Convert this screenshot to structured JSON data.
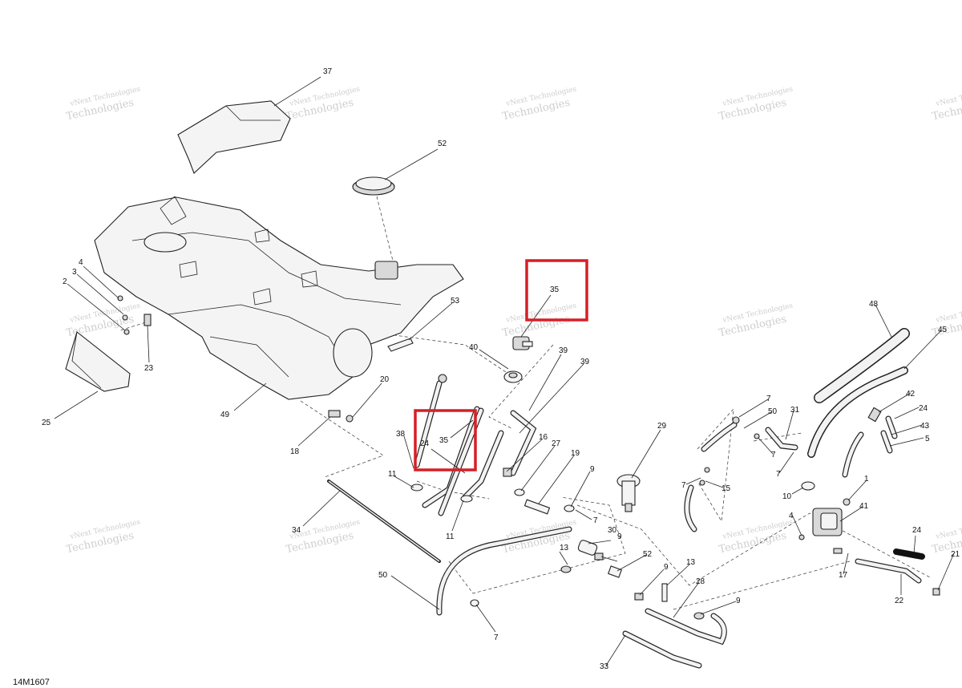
{
  "diagram_ref": "14M1607",
  "watermark": {
    "line1": "vNext Technologies",
    "line2": "Technologies"
  },
  "callouts": [
    {
      "id": "c37",
      "label": "37"
    },
    {
      "id": "c52a",
      "label": "52"
    },
    {
      "id": "c35a",
      "label": "35"
    },
    {
      "id": "c4a",
      "label": "4"
    },
    {
      "id": "c3",
      "label": "3"
    },
    {
      "id": "c2",
      "label": "2"
    },
    {
      "id": "c23",
      "label": "23"
    },
    {
      "id": "c25",
      "label": "25"
    },
    {
      "id": "c49",
      "label": "49"
    },
    {
      "id": "c53",
      "label": "53"
    },
    {
      "id": "c40",
      "label": "40"
    },
    {
      "id": "c39a",
      "label": "39"
    },
    {
      "id": "c39b",
      "label": "39"
    },
    {
      "id": "c20",
      "label": "20"
    },
    {
      "id": "c18",
      "label": "18"
    },
    {
      "id": "c38",
      "label": "38"
    },
    {
      "id": "c24a",
      "label": "24"
    },
    {
      "id": "c35b",
      "label": "35"
    },
    {
      "id": "c11a",
      "label": "11"
    },
    {
      "id": "c11b",
      "label": "11"
    },
    {
      "id": "c16",
      "label": "16"
    },
    {
      "id": "c27",
      "label": "27"
    },
    {
      "id": "c19",
      "label": "19"
    },
    {
      "id": "c9a",
      "label": "9"
    },
    {
      "id": "c7a",
      "label": "7"
    },
    {
      "id": "c29",
      "label": "29"
    },
    {
      "id": "c34",
      "label": "34"
    },
    {
      "id": "c13a",
      "label": "13"
    },
    {
      "id": "c30",
      "label": "30"
    },
    {
      "id": "c9b",
      "label": "9"
    },
    {
      "id": "c50a",
      "label": "50"
    },
    {
      "id": "c7b",
      "label": "7"
    },
    {
      "id": "c52b",
      "label": "52"
    },
    {
      "id": "c9c",
      "label": "9"
    },
    {
      "id": "c13b",
      "label": "13"
    },
    {
      "id": "c28",
      "label": "28"
    },
    {
      "id": "c9d",
      "label": "9"
    },
    {
      "id": "c33",
      "label": "33"
    },
    {
      "id": "c7c",
      "label": "7"
    },
    {
      "id": "c50b",
      "label": "50"
    },
    {
      "id": "c31",
      "label": "31"
    },
    {
      "id": "c7d",
      "label": "7"
    },
    {
      "id": "c7e",
      "label": "7"
    },
    {
      "id": "c7f",
      "label": "7"
    },
    {
      "id": "c15",
      "label": "15"
    },
    {
      "id": "c48",
      "label": "48"
    },
    {
      "id": "c45",
      "label": "45"
    },
    {
      "id": "c42",
      "label": "42"
    },
    {
      "id": "c24b",
      "label": "24"
    },
    {
      "id": "c43",
      "label": "43"
    },
    {
      "id": "c5",
      "label": "5"
    },
    {
      "id": "c10",
      "label": "10"
    },
    {
      "id": "c1",
      "label": "1"
    },
    {
      "id": "c41",
      "label": "41"
    },
    {
      "id": "c4b",
      "label": "4"
    },
    {
      "id": "c17",
      "label": "17"
    },
    {
      "id": "c24c",
      "label": "24"
    },
    {
      "id": "c21",
      "label": "21"
    },
    {
      "id": "c22",
      "label": "22"
    }
  ],
  "highlight_color": "#d61f26"
}
